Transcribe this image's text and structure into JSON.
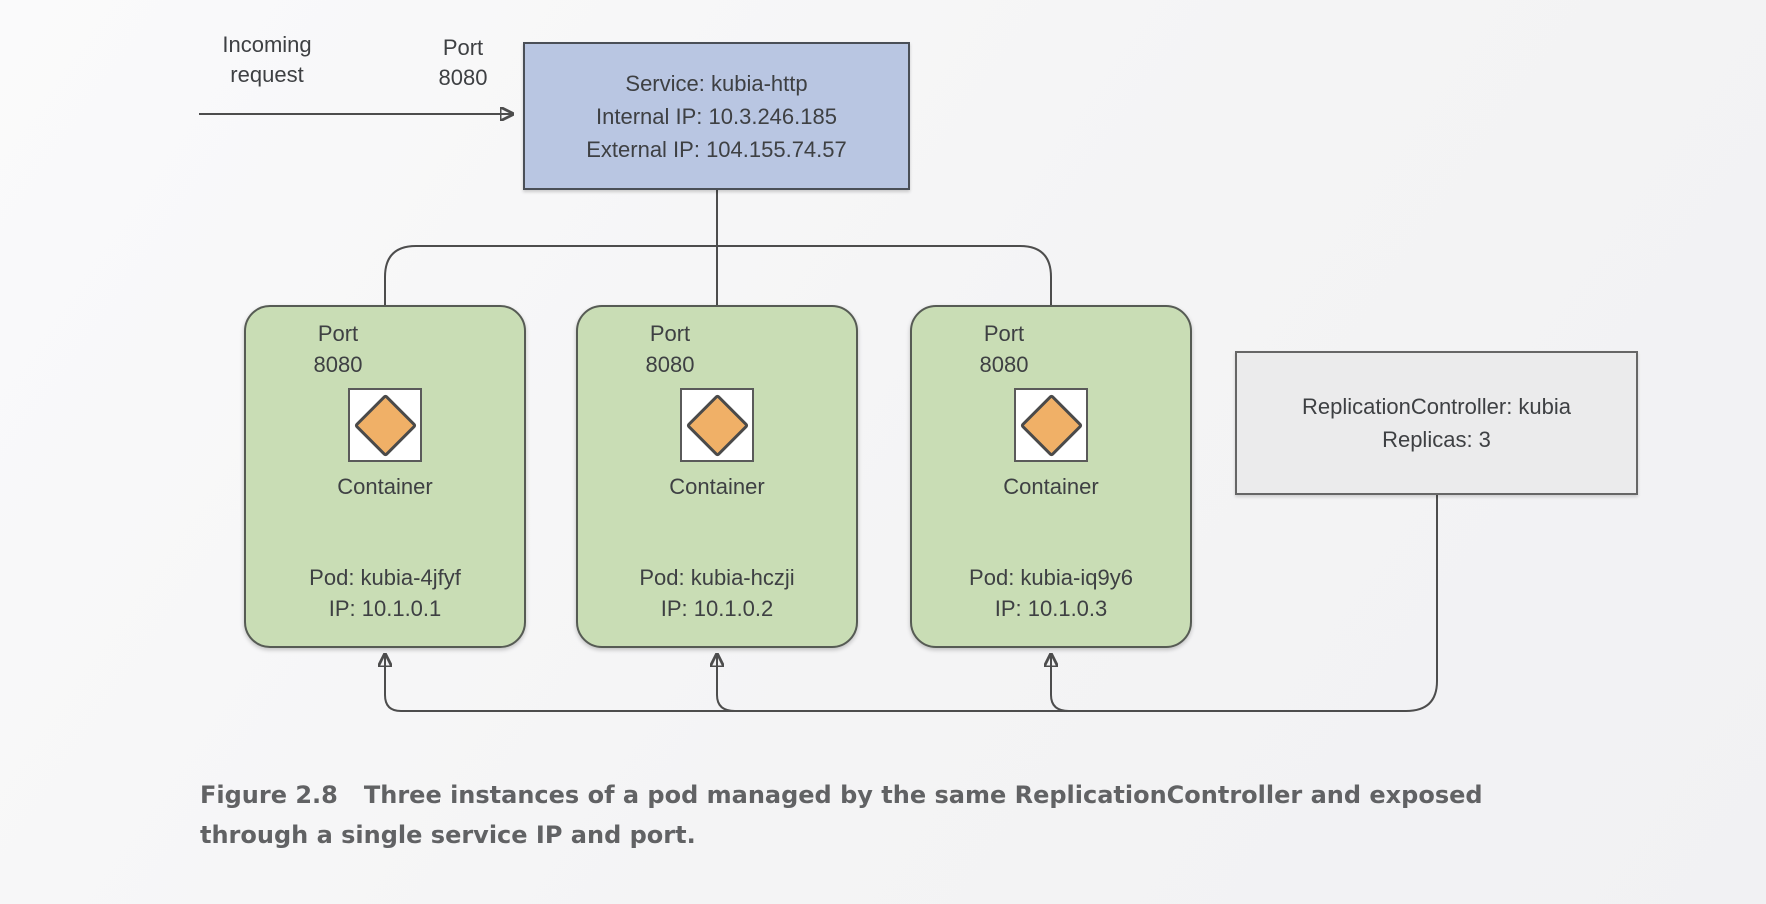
{
  "figure": {
    "labels": {
      "incoming_request": "Incoming request",
      "ingress_port": "Port 8080"
    },
    "service_box": {
      "name": "Service: kubia-http",
      "internal_ip": "Internal IP: 10.3.246.185",
      "external_ip": "External IP: 104.155.74.57"
    },
    "pods": [
      {
        "port": "Port 8080",
        "container": "Container",
        "name": "Pod: kubia-4jfyf",
        "ip": "IP: 10.1.0.1"
      },
      {
        "port": "Port 8080",
        "container": "Container",
        "name": "Pod: kubia-hczji",
        "ip": "IP: 10.1.0.2"
      },
      {
        "port": "Port 8080",
        "container": "Container",
        "name": "Pod: kubia-iq9y6",
        "ip": "IP: 10.1.0.3"
      }
    ],
    "replication_controller": {
      "name": "ReplicationController: kubia",
      "replicas": "Replicas: 3"
    },
    "caption": {
      "label": "Figure 2.8",
      "line1": "Three instances of a pod managed by the same ReplicationController and exposed",
      "line2": "through a single service IP and port."
    }
  },
  "colors": {
    "background": "#f5f5f6",
    "service-fill": "#b9c6e2",
    "service-border": "#4a4f57",
    "pod-fill": "#c9ddb5",
    "pod-border": "#565b54",
    "diamond-fill": "#f0b067",
    "diamond-border": "#4a4a4a",
    "square-border": "#5a5a5a",
    "rc-fill": "#ebebec",
    "rc-border": "#666666",
    "line": "#4d4d4d",
    "text": "#3e4043",
    "caption-text": "#616264"
  }
}
